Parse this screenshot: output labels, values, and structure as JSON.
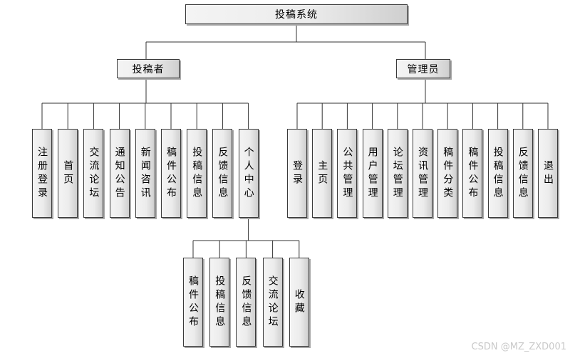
{
  "root": {
    "label": "投稿系统"
  },
  "contributor": {
    "label": "投稿者",
    "items": [
      "注册登录",
      "首页",
      "交流论坛",
      "通知公告",
      "新闻咨讯",
      "稿件公布",
      "投稿信息",
      "反馈信息",
      "个人中心"
    ]
  },
  "personal_center": {
    "items": [
      "稿件公布",
      "投稿信息",
      "反馈信息",
      "交流论坛",
      "收藏"
    ]
  },
  "admin": {
    "label": "管理员",
    "items": [
      "登录",
      "主页",
      "公共管理",
      "用户管理",
      "论坛管理",
      "资讯管理",
      "稿件分类",
      "稿件公布",
      "投稿信息",
      "反馈信息",
      "退出"
    ]
  },
  "watermark": "CSDN @MZ_ZXD001"
}
